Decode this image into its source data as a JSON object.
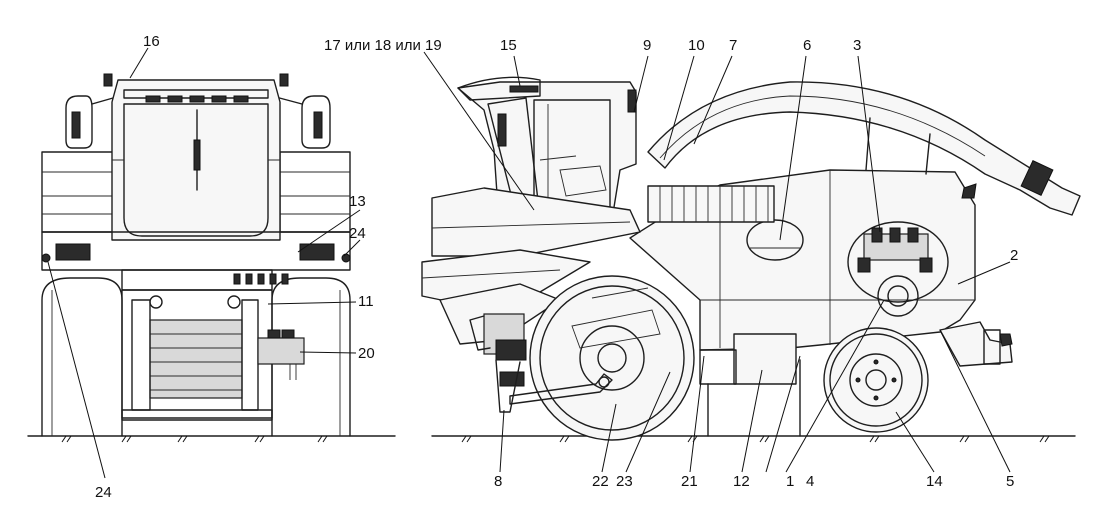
{
  "figure": {
    "front_view": {
      "callouts": [
        "16",
        "13",
        "24",
        "11",
        "20",
        "24"
      ]
    },
    "side_view": {
      "callouts": [
        "17 или 18 или 19",
        "15",
        "9",
        "10",
        "7",
        "6",
        "3",
        "2",
        "5",
        "14",
        "4",
        "1",
        "12",
        "21",
        "23",
        "22",
        "8"
      ]
    }
  },
  "labels": {
    "l16": "16",
    "l13": "13",
    "l24a": "24",
    "l11": "11",
    "l20": "20",
    "l24b": "24",
    "l17": "17 или 18 или 19",
    "l15": "15",
    "l9": "9",
    "l10": "10",
    "l7": "7",
    "l6": "6",
    "l3": "3",
    "l2": "2",
    "l5": "5",
    "l14": "14",
    "l4": "4",
    "l1": "1",
    "l12": "12",
    "l21": "21",
    "l23": "23",
    "l22": "22",
    "l8": "8"
  }
}
